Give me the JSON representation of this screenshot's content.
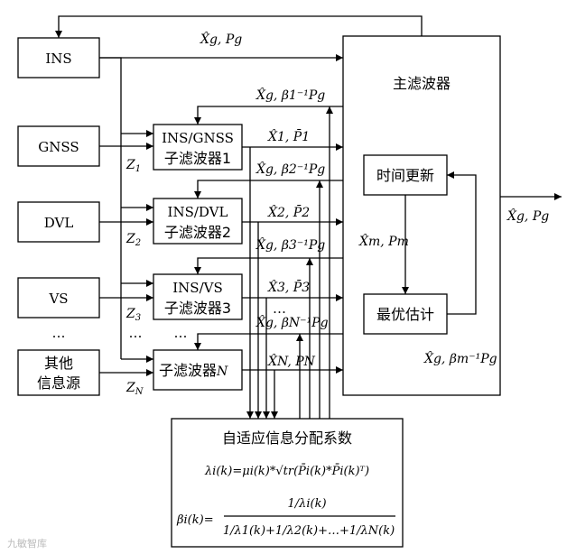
{
  "sources": {
    "ins": "INS",
    "gnss": "GNSS",
    "dvl": "DVL",
    "vs": "VS",
    "ellipsis": "…",
    "other_line1": "其他",
    "other_line2": "信息源"
  },
  "measurements": {
    "z1": "Z",
    "z1_sub": "1",
    "z2": "Z",
    "z2_sub": "2",
    "z3": "Z",
    "z3_sub": "3",
    "zn": "Z",
    "zn_sub": "N"
  },
  "subfilters": {
    "f1_line1": "INS/GNSS",
    "f1_line2": "子滤波器1",
    "f2_line1": "INS/DVL",
    "f2_line2": "子滤波器2",
    "f3_line1": "INS/VS",
    "f3_line2": "子滤波器3",
    "fn_text": "子滤波器",
    "fn_italic": "N",
    "dots": "…"
  },
  "main_filter": {
    "title": "主滤波器",
    "time_update": "时间更新",
    "optimal": "最优估计",
    "xm_pm": "X̂m, Pm",
    "output": "X̂g, Pg",
    "beta_m": "X̂g, βm⁻¹Pg"
  },
  "signals": {
    "top_feedback": "X̂g, Pg",
    "fb1": "X̂g, β1⁻¹Pg",
    "fb2": "X̂g, β2⁻¹Pg",
    "fb3": "X̂g, β3⁻¹Pg",
    "fbn": "X̂g, βN⁻¹Pg",
    "out1": "X̂1, P̄1",
    "out2": "X̂2, P̄2",
    "out3": "X̂3, P̄3",
    "outn": "X̂N, PN",
    "dots": "…"
  },
  "allocation": {
    "title": "自适应信息分配系数",
    "formula1": "λi(k)=μi(k)*√tr(P̄i(k)*P̄i(k)ᵀ)",
    "formula2_lhs": "βi(k)=",
    "formula2_num": "1/λi(k)",
    "formula2_den": "1/λ1(k)+1/λ2(k)+…+1/λN(k)"
  },
  "watermark": "九敏智库"
}
